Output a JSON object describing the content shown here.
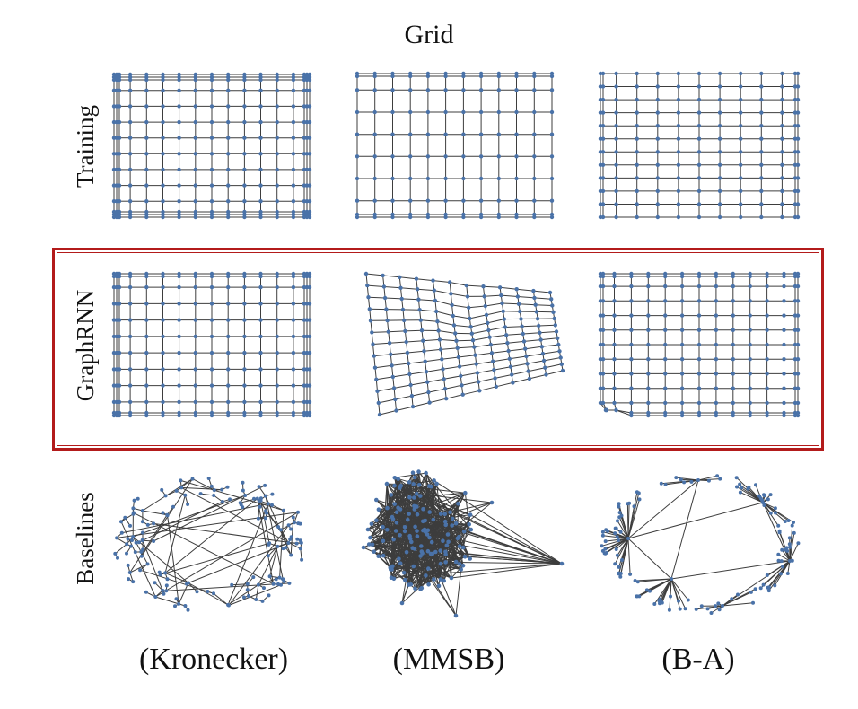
{
  "figure": {
    "title": "Grid",
    "row_labels": {
      "training": "Training",
      "graphrnn": "GraphRNN",
      "baselines": "Baselines"
    },
    "column_labels": {
      "kronecker": "(Kronecker)",
      "mmsb": "(MMSB)",
      "ba": "(B-A)"
    }
  },
  "colors": {
    "node": "#4a72a8",
    "edge": "#3d3d3d",
    "highlight": "#b31b1b"
  }
}
